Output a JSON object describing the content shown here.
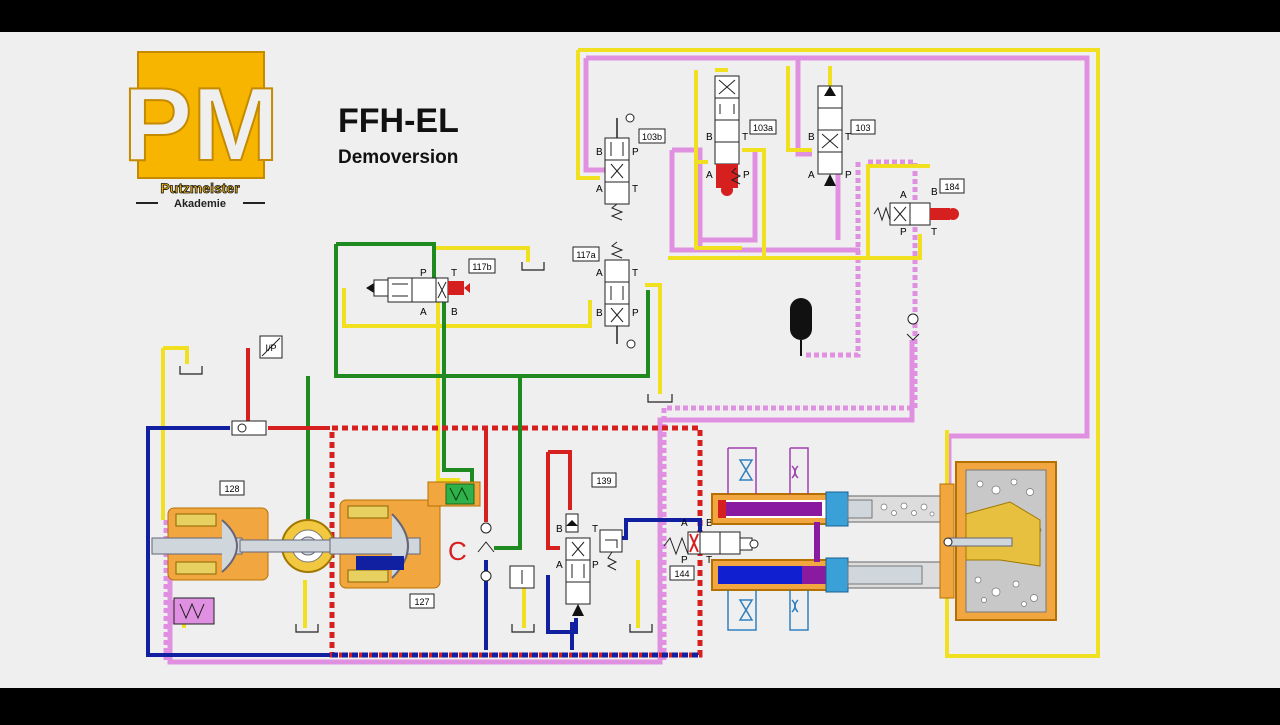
{
  "header": {
    "title": "FFH-EL",
    "subtitle": "Demoversion"
  },
  "logo": {
    "monogram": "PM",
    "brand": "Putzmeister",
    "sub": "Akademie"
  },
  "components": {
    "c103b": "103b",
    "c103a": "103a",
    "c103": "103",
    "c184": "184",
    "c117b": "117b",
    "c117a": "117a",
    "c128": "128",
    "c127": "127",
    "c139": "139",
    "c144": "144",
    "pressure_switch": "I/P"
  },
  "ports": {
    "A": "A",
    "B": "B",
    "P": "P",
    "T": "T"
  },
  "colors": {
    "background": "#efefef",
    "pressure_red": "#d62020",
    "return_yellow": "#f0e020",
    "pilot_green": "#1f8a1f",
    "suction_blue": "#1020a0",
    "leak_pink": "#e090e0",
    "logo_orange": "#f7b500",
    "cylinder_orange": "#f2a640"
  }
}
